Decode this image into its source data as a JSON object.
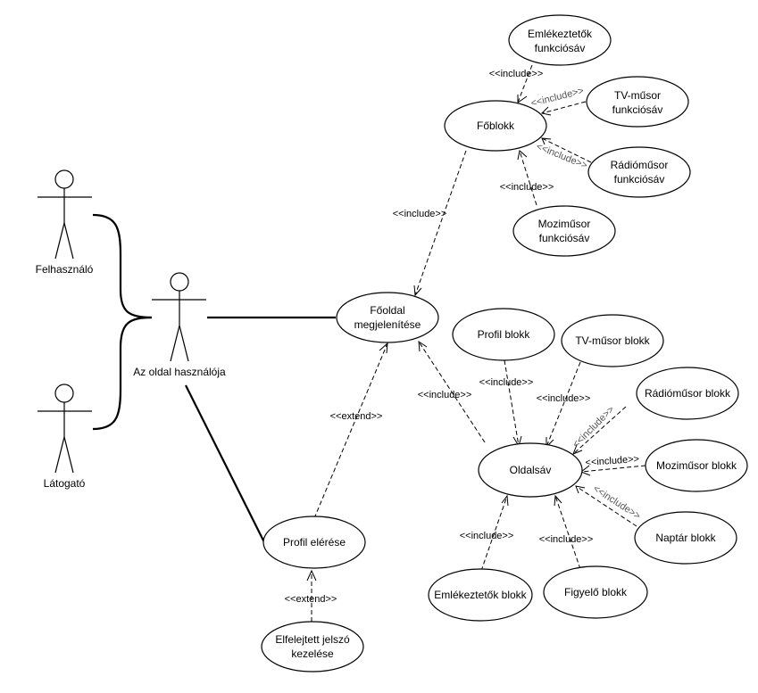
{
  "diagram": {
    "type": "UML use case diagram",
    "actors": [
      {
        "id": "felhasznalo",
        "label": "Felhasználó"
      },
      {
        "id": "latogato",
        "label": "Látogató"
      },
      {
        "id": "oldal_hasznaloja",
        "label": "Az oldal használója"
      }
    ],
    "use_cases": [
      {
        "id": "emlekezteto_funkciosav",
        "lines": [
          "Emlékeztetők",
          "funkciósáv"
        ]
      },
      {
        "id": "foblokk",
        "lines": [
          "Főblokk"
        ]
      },
      {
        "id": "tvmusor_funkciosav",
        "lines": [
          "TV-műsor",
          "funkciósáv"
        ]
      },
      {
        "id": "radiomusor_funkciosav",
        "lines": [
          "Rádióműsor",
          "funkciósáv"
        ]
      },
      {
        "id": "mozimusor_funkciosav",
        "lines": [
          "Moziműsor",
          "funkciósáv"
        ]
      },
      {
        "id": "fooldal",
        "lines": [
          "Főoldal",
          "megjelenítése"
        ]
      },
      {
        "id": "profil_blokk",
        "lines": [
          "Profil blokk"
        ]
      },
      {
        "id": "tvmusor_blokk",
        "lines": [
          "TV-műsor blokk"
        ]
      },
      {
        "id": "radiomusor_blokk",
        "lines": [
          "Rádióműsor blokk"
        ]
      },
      {
        "id": "oldalsav",
        "lines": [
          "Oldalsáv"
        ]
      },
      {
        "id": "mozimusor_blokk",
        "lines": [
          "Moziműsor blokk"
        ]
      },
      {
        "id": "naptar_blokk",
        "lines": [
          "Naptár blokk"
        ]
      },
      {
        "id": "profil_elerese",
        "lines": [
          "Profil elérése"
        ]
      },
      {
        "id": "emlekezteto_blokk",
        "lines": [
          "Emlékeztetők blokk"
        ]
      },
      {
        "id": "figyelo_blokk",
        "lines": [
          "Figyelő blokk"
        ]
      },
      {
        "id": "elfelejtett_jelszo",
        "lines": [
          "Elfelejtett jelszó",
          "kezelése"
        ]
      }
    ],
    "generalizations": [
      {
        "from": "felhasznalo",
        "to": "oldal_hasznaloja"
      },
      {
        "from": "latogato",
        "to": "oldal_hasznaloja"
      }
    ],
    "associations": [
      {
        "actor": "oldal_hasznaloja",
        "use_case": "fooldal"
      },
      {
        "actor": "oldal_hasznaloja",
        "use_case": "profil_elerese"
      }
    ],
    "dependencies": [
      {
        "from": "emlekezteto_funkciosav",
        "to": "foblokk",
        "stereotype": "<<include>>"
      },
      {
        "from": "tvmusor_funkciosav",
        "to": "foblokk",
        "stereotype": "<<include>>"
      },
      {
        "from": "radiomusor_funkciosav",
        "to": "foblokk",
        "stereotype": "<<include>>"
      },
      {
        "from": "mozimusor_funkciosav",
        "to": "foblokk",
        "stereotype": "<<include>>"
      },
      {
        "from": "foblokk",
        "to": "fooldal",
        "stereotype": "<<include>>"
      },
      {
        "from": "oldalsav",
        "to": "fooldal",
        "stereotype": "<<include>>"
      },
      {
        "from": "profil_elerese",
        "to": "fooldal",
        "stereotype": "<<extend>>"
      },
      {
        "from": "profil_blokk",
        "to": "oldalsav",
        "stereotype": "<<include>>"
      },
      {
        "from": "tvmusor_blokk",
        "to": "oldalsav",
        "stereotype": "<<include>>"
      },
      {
        "from": "radiomusor_blokk",
        "to": "oldalsav",
        "stereotype": "<<include>>"
      },
      {
        "from": "mozimusor_blokk",
        "to": "oldalsav",
        "stereotype": "<<include>>"
      },
      {
        "from": "naptar_blokk",
        "to": "oldalsav",
        "stereotype": "<<include>>"
      },
      {
        "from": "emlekezteto_blokk",
        "to": "oldalsav",
        "stereotype": "<<include>>"
      },
      {
        "from": "figyelo_blokk",
        "to": "oldalsav",
        "stereotype": "<<include>>"
      },
      {
        "from": "elfelejtett_jelszo",
        "to": "profil_elerese",
        "stereotype": "<<extend>>"
      }
    ]
  }
}
